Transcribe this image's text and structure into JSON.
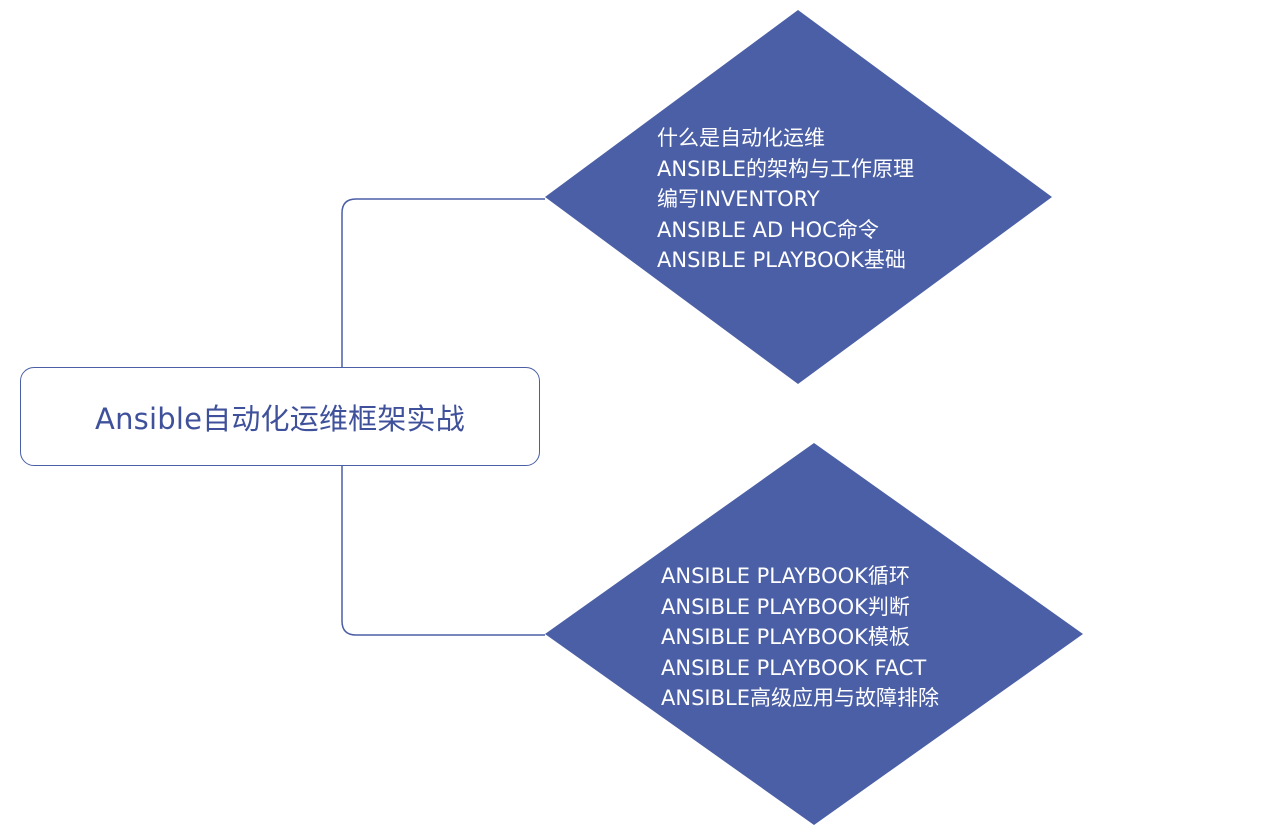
{
  "colors": {
    "diamond_fill": "#4b5fa6",
    "connector": "#4a5fa5",
    "root_text": "#40519b",
    "branch_text": "#ffffff"
  },
  "root": {
    "label": "Ansible自动化运维框架实战"
  },
  "branches": [
    {
      "items": [
        "什么是自动化运维",
        "ANSIBLE的架构与工作原理",
        "编写INVENTORY",
        "ANSIBLE AD HOC命令",
        "ANSIBLE PLAYBOOK基础"
      ]
    },
    {
      "items": [
        "ANSIBLE PLAYBOOK循环",
        "ANSIBLE PLAYBOOK判断",
        "ANSIBLE PLAYBOOK模板",
        "ANSIBLE PLAYBOOK FACT",
        "ANSIBLE高级应用与故障排除"
      ]
    }
  ]
}
